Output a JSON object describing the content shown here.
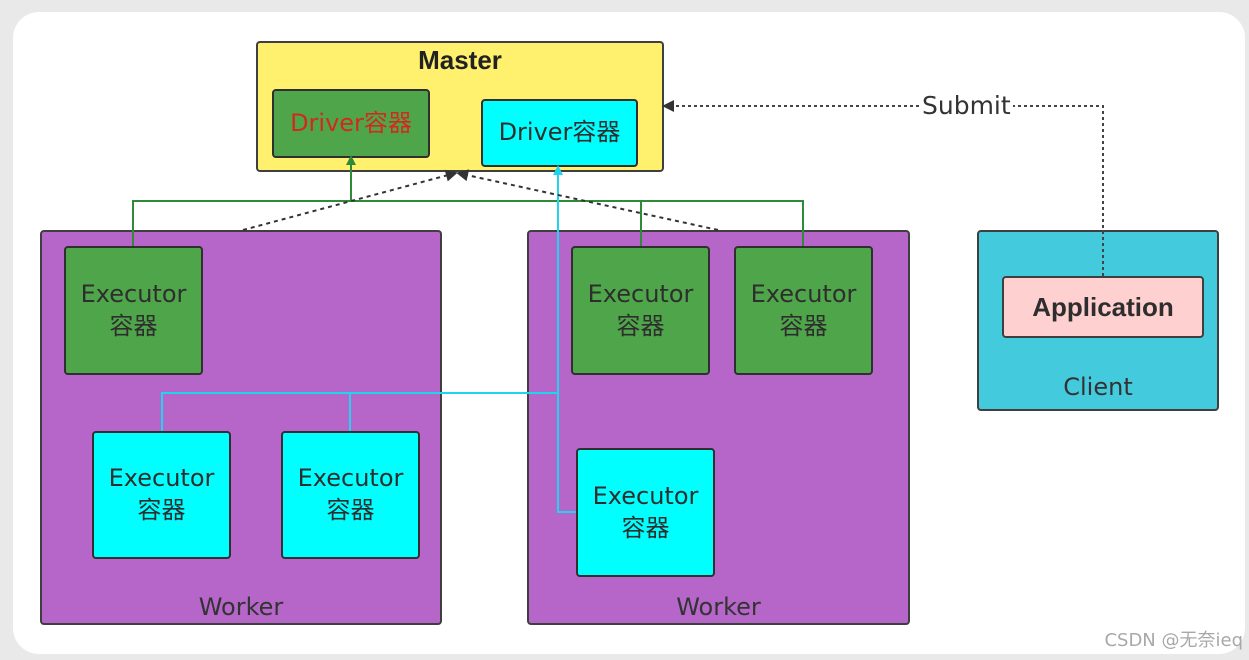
{
  "master": {
    "title": "Master",
    "driver_red": "Driver容器",
    "driver_cyan": "Driver容器"
  },
  "worker_left": {
    "label": "Worker",
    "executor_green": [
      "Executor",
      "容器"
    ],
    "executor_cyan_1": [
      "Executor",
      "容器"
    ],
    "executor_cyan_2": [
      "Executor",
      "容器"
    ]
  },
  "worker_right": {
    "label": "Worker",
    "executor_green_1": [
      "Executor",
      "容器"
    ],
    "executor_green_2": [
      "Executor",
      "容器"
    ],
    "executor_cyan": [
      "Executor",
      "容器"
    ]
  },
  "client": {
    "label": "Client",
    "application": "Application"
  },
  "edges": {
    "submit_label": "Submit"
  },
  "colors": {
    "master_fill": "#fff06e",
    "worker_fill": "#b566c8",
    "client_fill": "#44cadd",
    "executor_green": "#4fa64a",
    "executor_cyan": "#00ffff",
    "application_fill": "#ffd0d0",
    "green_link": "#2f8a3a",
    "cyan_link": "#22d3f0"
  },
  "watermark": "CSDN @无奈ieq"
}
